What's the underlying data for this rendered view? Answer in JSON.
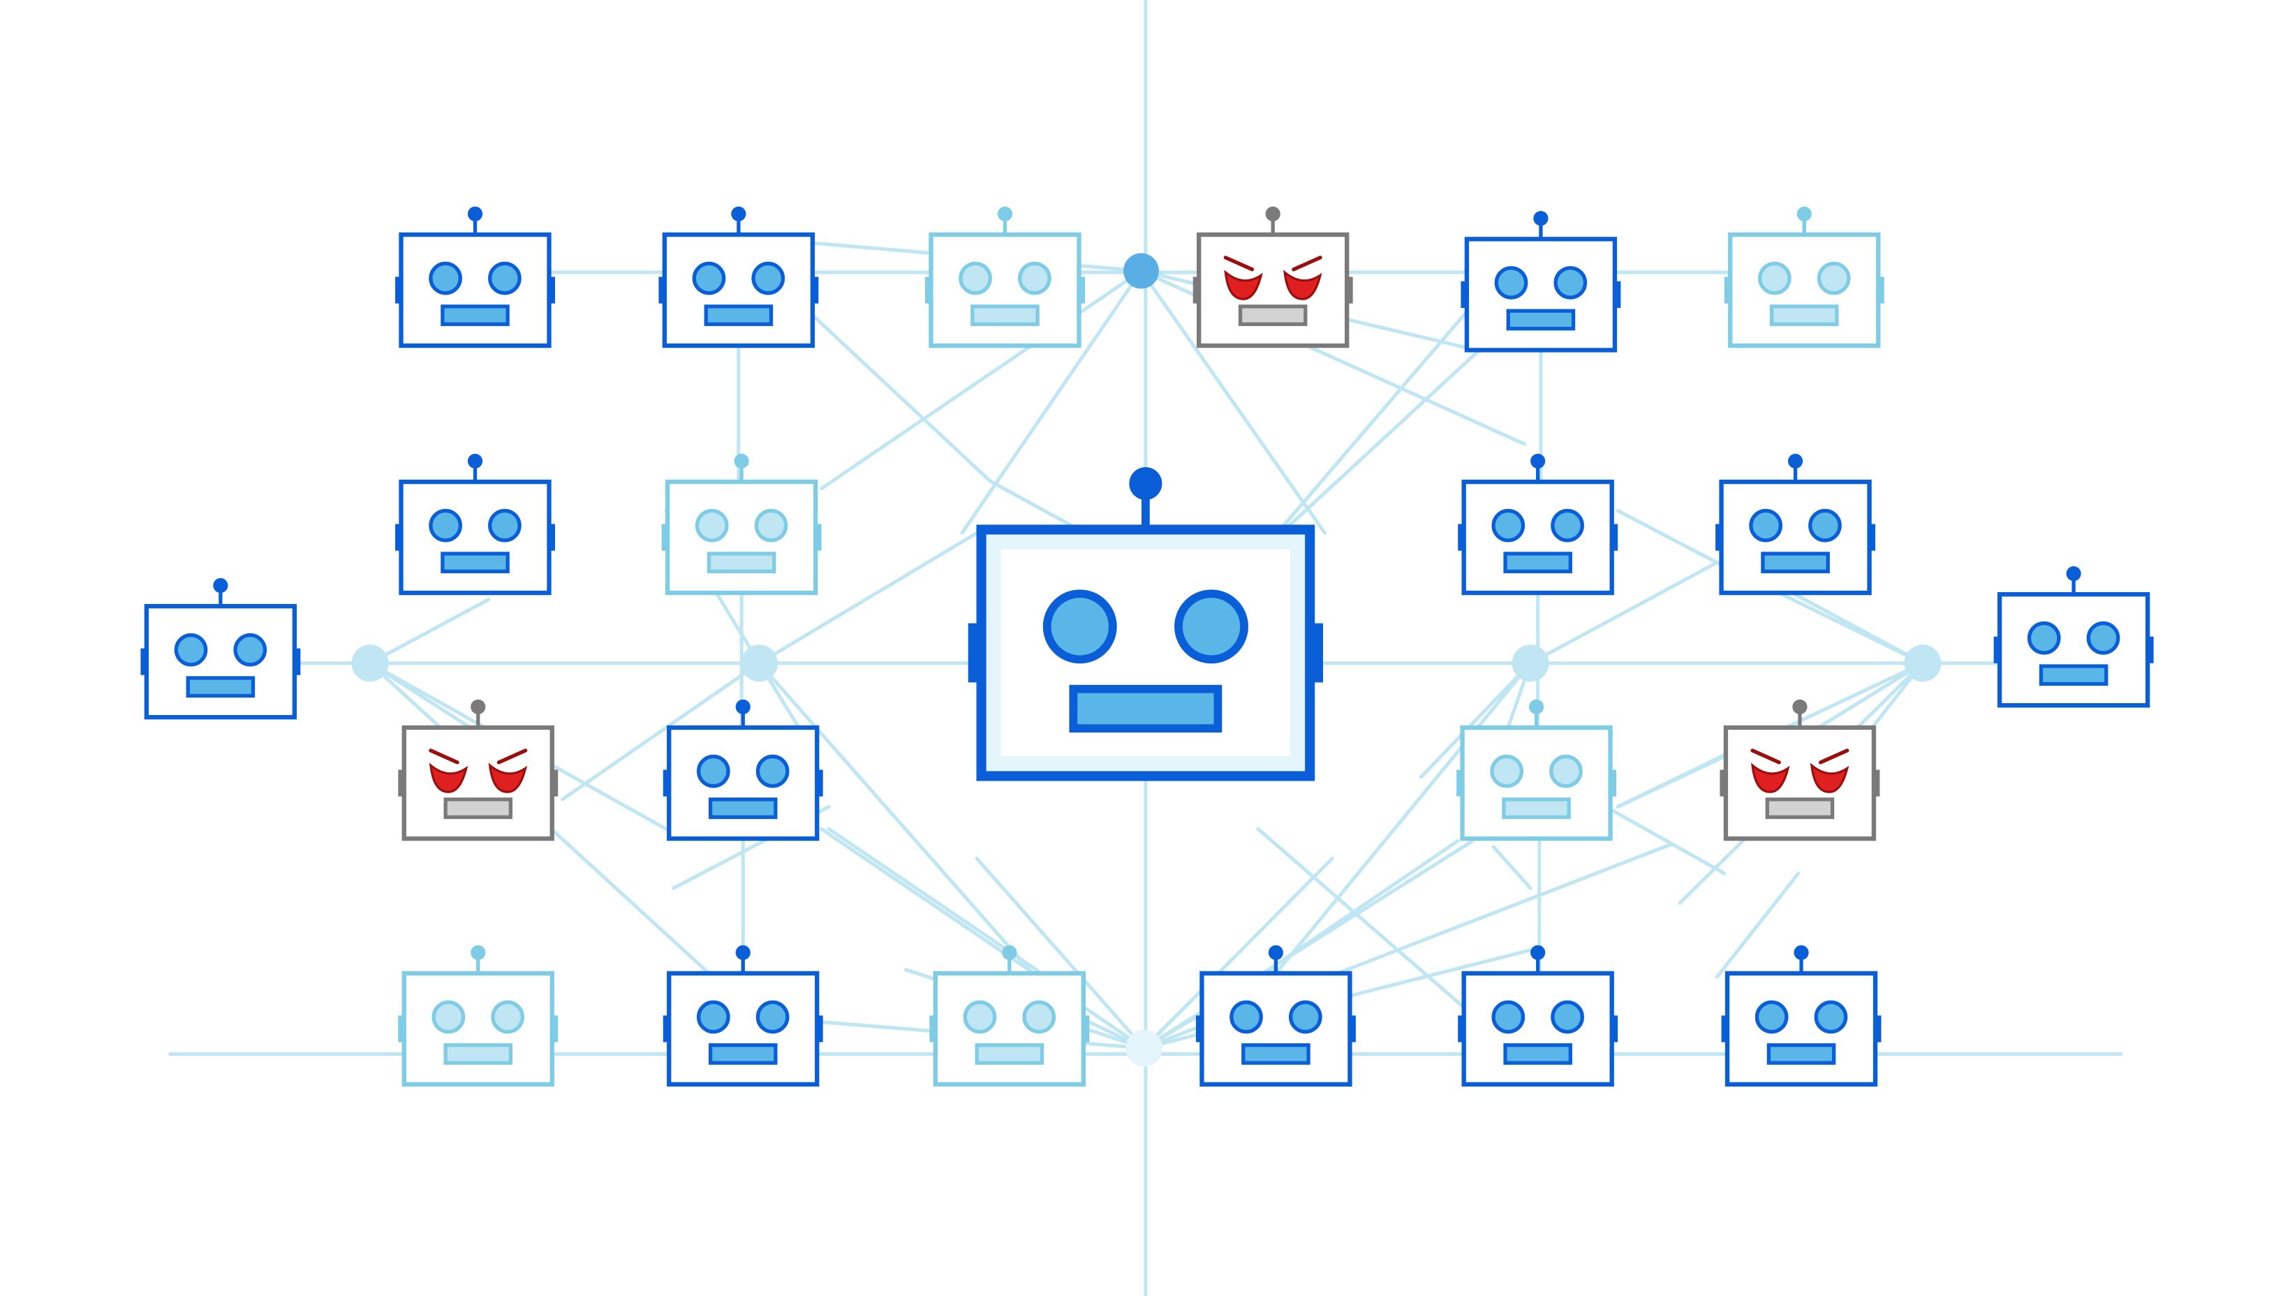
{
  "colors": {
    "background": "#ffffff",
    "line": "#bfe6f2",
    "node_light": "#bfe6f2",
    "node_mid": "#5aaee6",
    "blue_frame": "#0a5fd9",
    "blue_fill": "#5bb6e8",
    "light_frame": "#7fcce6",
    "light_fill": "#bfe6f2",
    "light_inner": "#e4f5fb",
    "gray_frame": "#7a7a7a",
    "gray_fill": "#d2d2d2",
    "angry_eye": "#e02020",
    "angry_eye_dark": "#9a0e0e",
    "screen": "#ffffff"
  },
  "diagram": {
    "hub": {
      "name": "central-robot",
      "variant": "hub",
      "icon": "robot-icon"
    },
    "junction_nodes": [
      {
        "name": "junction-top",
        "style": "mid"
      },
      {
        "name": "junction-left-outer",
        "style": "light"
      },
      {
        "name": "junction-left-inner",
        "style": "light"
      },
      {
        "name": "junction-right-inner",
        "style": "light"
      },
      {
        "name": "junction-right-outer",
        "style": "light"
      },
      {
        "name": "junction-bottom",
        "style": "faint"
      }
    ],
    "robots": [
      {
        "name": "robot-top-1",
        "variant": "blue",
        "icon": "robot-icon"
      },
      {
        "name": "robot-top-2",
        "variant": "blue",
        "icon": "robot-icon"
      },
      {
        "name": "robot-top-3",
        "variant": "light",
        "icon": "robot-icon"
      },
      {
        "name": "robot-top-4",
        "variant": "angry",
        "icon": "angry-robot-icon"
      },
      {
        "name": "robot-top-5",
        "variant": "blue",
        "icon": "robot-icon"
      },
      {
        "name": "robot-top-6",
        "variant": "light",
        "icon": "robot-icon"
      },
      {
        "name": "robot-row2-1",
        "variant": "blue",
        "icon": "robot-icon"
      },
      {
        "name": "robot-row2-2",
        "variant": "light",
        "icon": "robot-icon"
      },
      {
        "name": "robot-row2-3",
        "variant": "blue",
        "icon": "robot-icon"
      },
      {
        "name": "robot-row2-4",
        "variant": "blue",
        "icon": "robot-icon"
      },
      {
        "name": "robot-far-left",
        "variant": "blue",
        "icon": "robot-icon"
      },
      {
        "name": "robot-far-right",
        "variant": "blue",
        "icon": "robot-icon"
      },
      {
        "name": "robot-row3-1",
        "variant": "angry",
        "icon": "angry-robot-icon"
      },
      {
        "name": "robot-row3-2",
        "variant": "blue",
        "icon": "robot-icon"
      },
      {
        "name": "robot-row3-3",
        "variant": "light",
        "icon": "robot-icon"
      },
      {
        "name": "robot-row3-4",
        "variant": "angry",
        "icon": "angry-robot-icon"
      },
      {
        "name": "robot-bottom-1",
        "variant": "light",
        "icon": "robot-icon"
      },
      {
        "name": "robot-bottom-2",
        "variant": "blue",
        "icon": "robot-icon"
      },
      {
        "name": "robot-bottom-3",
        "variant": "light",
        "icon": "robot-icon"
      },
      {
        "name": "robot-bottom-4",
        "variant": "blue",
        "icon": "robot-icon"
      },
      {
        "name": "robot-bottom-5",
        "variant": "blue",
        "icon": "robot-icon"
      },
      {
        "name": "robot-bottom-6",
        "variant": "blue",
        "icon": "robot-icon"
      }
    ]
  }
}
